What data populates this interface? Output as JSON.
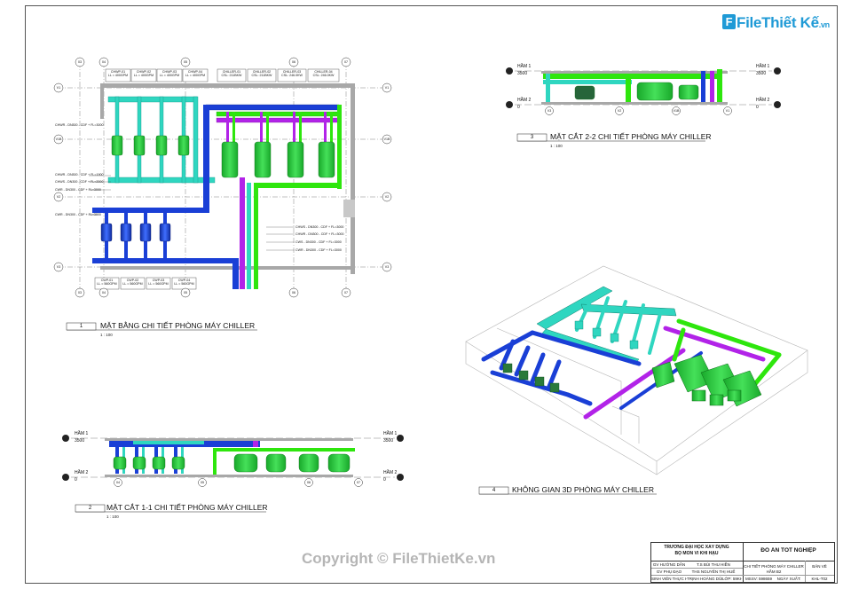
{
  "logo": {
    "prefix": "File",
    "name": "Thiết Kế",
    "tld": ".vn"
  },
  "watermark": "Copyright © FileThietKe.vn",
  "views": {
    "plan": {
      "num": "1",
      "title": "MẶT BẰNG CHI TIẾT PHÒNG MÁY CHILLER",
      "scale": "1 : 100"
    },
    "section1": {
      "num": "2",
      "title": "MẶT CẮT 1-1 CHI TIẾT PHÒNG MÁY CHILLER",
      "scale": "1 : 100"
    },
    "section2": {
      "num": "3",
      "title": "MẶT CẮT 2-2 CHI TIẾT PHÒNG MÁY CHILLER",
      "scale": "1 : 100"
    },
    "space3d": {
      "num": "4",
      "title": "KHÔNG GIAN 3D PHÒNG MÁY CHILLER"
    }
  },
  "levels": {
    "ham1": "HẦM 1",
    "ham2": "HẦM 2",
    "ham1_value": "3500",
    "ham2_value": "0"
  },
  "grids": {
    "columns": [
      "03",
      "04",
      "05",
      "06",
      "07"
    ],
    "rows": [
      "V1",
      "V1B",
      "V2",
      "V3"
    ],
    "section2_cols": [
      "V3",
      "V2",
      "V1B",
      "V1"
    ]
  },
  "plan_equipment_top": [
    {
      "name": "CHWP-01",
      "spec": "LL = 400GPM"
    },
    {
      "name": "CHWP-02",
      "spec": "LL = 400GPM"
    },
    {
      "name": "CHWP-03",
      "spec": "LL = 400GPM"
    },
    {
      "name": "CHWP-04",
      "spec": "LL = 400GPM"
    },
    {
      "name": "CHILLER-01",
      "spec": "CSL: 211BKW"
    },
    {
      "name": "CHILLER-02",
      "spec": "CSL: 211BKW"
    },
    {
      "name": "CHILLER-03",
      "spec": "CSL: 246.0KW"
    },
    {
      "name": "CHILLER-04",
      "spec": "CSL: 246.0KW"
    }
  ],
  "plan_equipment_bottom": [
    {
      "name": "CWP-01",
      "spec": "LL = 560GPM"
    },
    {
      "name": "CWP-02",
      "spec": "LL = 560GPM"
    },
    {
      "name": "CWP-03",
      "spec": "LL = 560GPM"
    },
    {
      "name": "CWP-04",
      "spec": "LL = 560GPM"
    }
  ],
  "plan_pipe_labels_left": [
    "CHWR - DN300 - CDF + FL=3000",
    "CHWR - DN300 - CDF + FL=1900",
    "CHWS - DN300 - CDF + FL=2000",
    "CWR - DN300 - CDF + FL=3000",
    "CWR - DN300 - CDF + FL=3000"
  ],
  "plan_pipe_labels_right": [
    "CHWS - DN300 - CDF + FL=3000",
    "CHWR - DN300 - CDF + FL=3000",
    "CWS - DN300 - CDF + FL=3000",
    "CWR - DN300 - CDF + FL=3000"
  ],
  "title_block": {
    "school": "TRƯỜNG ĐẠI HỌC XÂY DỰNG",
    "dept": "BỘ MÔN VI KHÍ HẬU",
    "project": "ĐỒ ÁN TỐT NGHIỆP",
    "drawing": "CHI TIẾT PHÒNG MÁY CHILLER",
    "floor": "HẦM B2",
    "row1": [
      "GV HƯỚNG DẪN",
      "T.S BÙI THU HIỀN"
    ],
    "row2": [
      "GV PHỤ ĐẠO",
      "THS NGUYỄN THỊ HUẾ"
    ],
    "row3": [
      "SINH VIÊN THỰC HIỆN",
      "TRỊNH HOÀNG DŨNG",
      "LỚP: 59KHD",
      "MSSV: 598659",
      "NGÀY XUẤT:"
    ],
    "sheet_label": "BẢN VẼ",
    "sheet_no": "KHL-T02"
  },
  "colors": {
    "chw_supply": "#1a3fd6",
    "chw_return": "#2fd6c0",
    "cw_supply": "#2ee60d",
    "cw_return": "#b223e8",
    "equipment": "#25c238",
    "wall": "#9a9a9a"
  }
}
